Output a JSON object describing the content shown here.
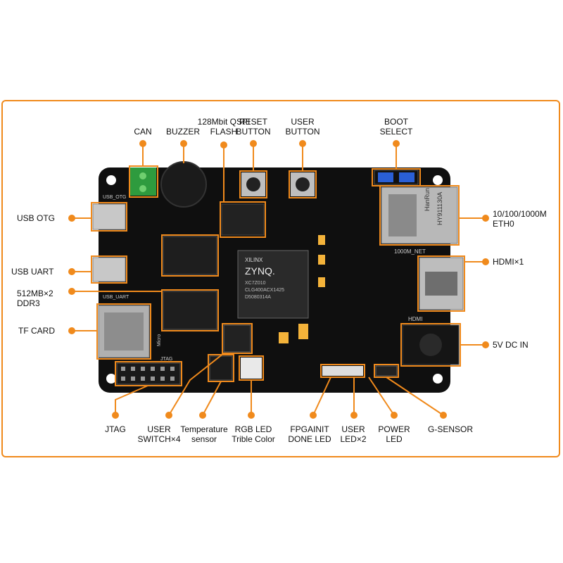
{
  "accent_color": "#f08a1c",
  "board": {
    "silk": {
      "usb_otg": "USB_OTG",
      "usb_uart": "USB_UART",
      "micro": "Micro",
      "jtag": "JTAG",
      "hdmi": "HDMI",
      "net": "1000M_NET",
      "zynq": "ZYNQ.",
      "xilinx": "XILINX",
      "chip_line1": "XC7Z010",
      "chip_line2": "CLG400ACX1425",
      "chip_line3": "D5080314A",
      "eth_brand": "HanRun",
      "eth_model": "HY911130A"
    }
  },
  "labels": {
    "can": "CAN",
    "buzzer": "BUZZER",
    "qspi": [
      "128Mbit QSPI",
      "FLASH"
    ],
    "reset": [
      "RESET",
      "BUTTON"
    ],
    "user_button": [
      "USER",
      "BUTTON"
    ],
    "boot": [
      "BOOT",
      "SELECT"
    ],
    "usb_otg": "USB OTG",
    "usb_uart": "USB UART",
    "ddr": [
      "512MB×2",
      "DDR3"
    ],
    "tf_card": "TF CARD",
    "eth": [
      "10/100/1000M",
      "ETH0"
    ],
    "hdmi": "HDMI×1",
    "dc": "5V DC IN",
    "jtag": "JTAG",
    "user_switch": [
      "USER",
      "SWITCH×4"
    ],
    "temp": [
      "Temperature",
      "sensor"
    ],
    "rgb": [
      "RGB LED",
      "Trible Color"
    ],
    "fpga": [
      "FPGAINIT",
      "DONE LED"
    ],
    "user_led": [
      "USER",
      "LED×2"
    ],
    "power_led": [
      "POWER",
      "LED"
    ],
    "gsensor": "G-SENSOR"
  }
}
